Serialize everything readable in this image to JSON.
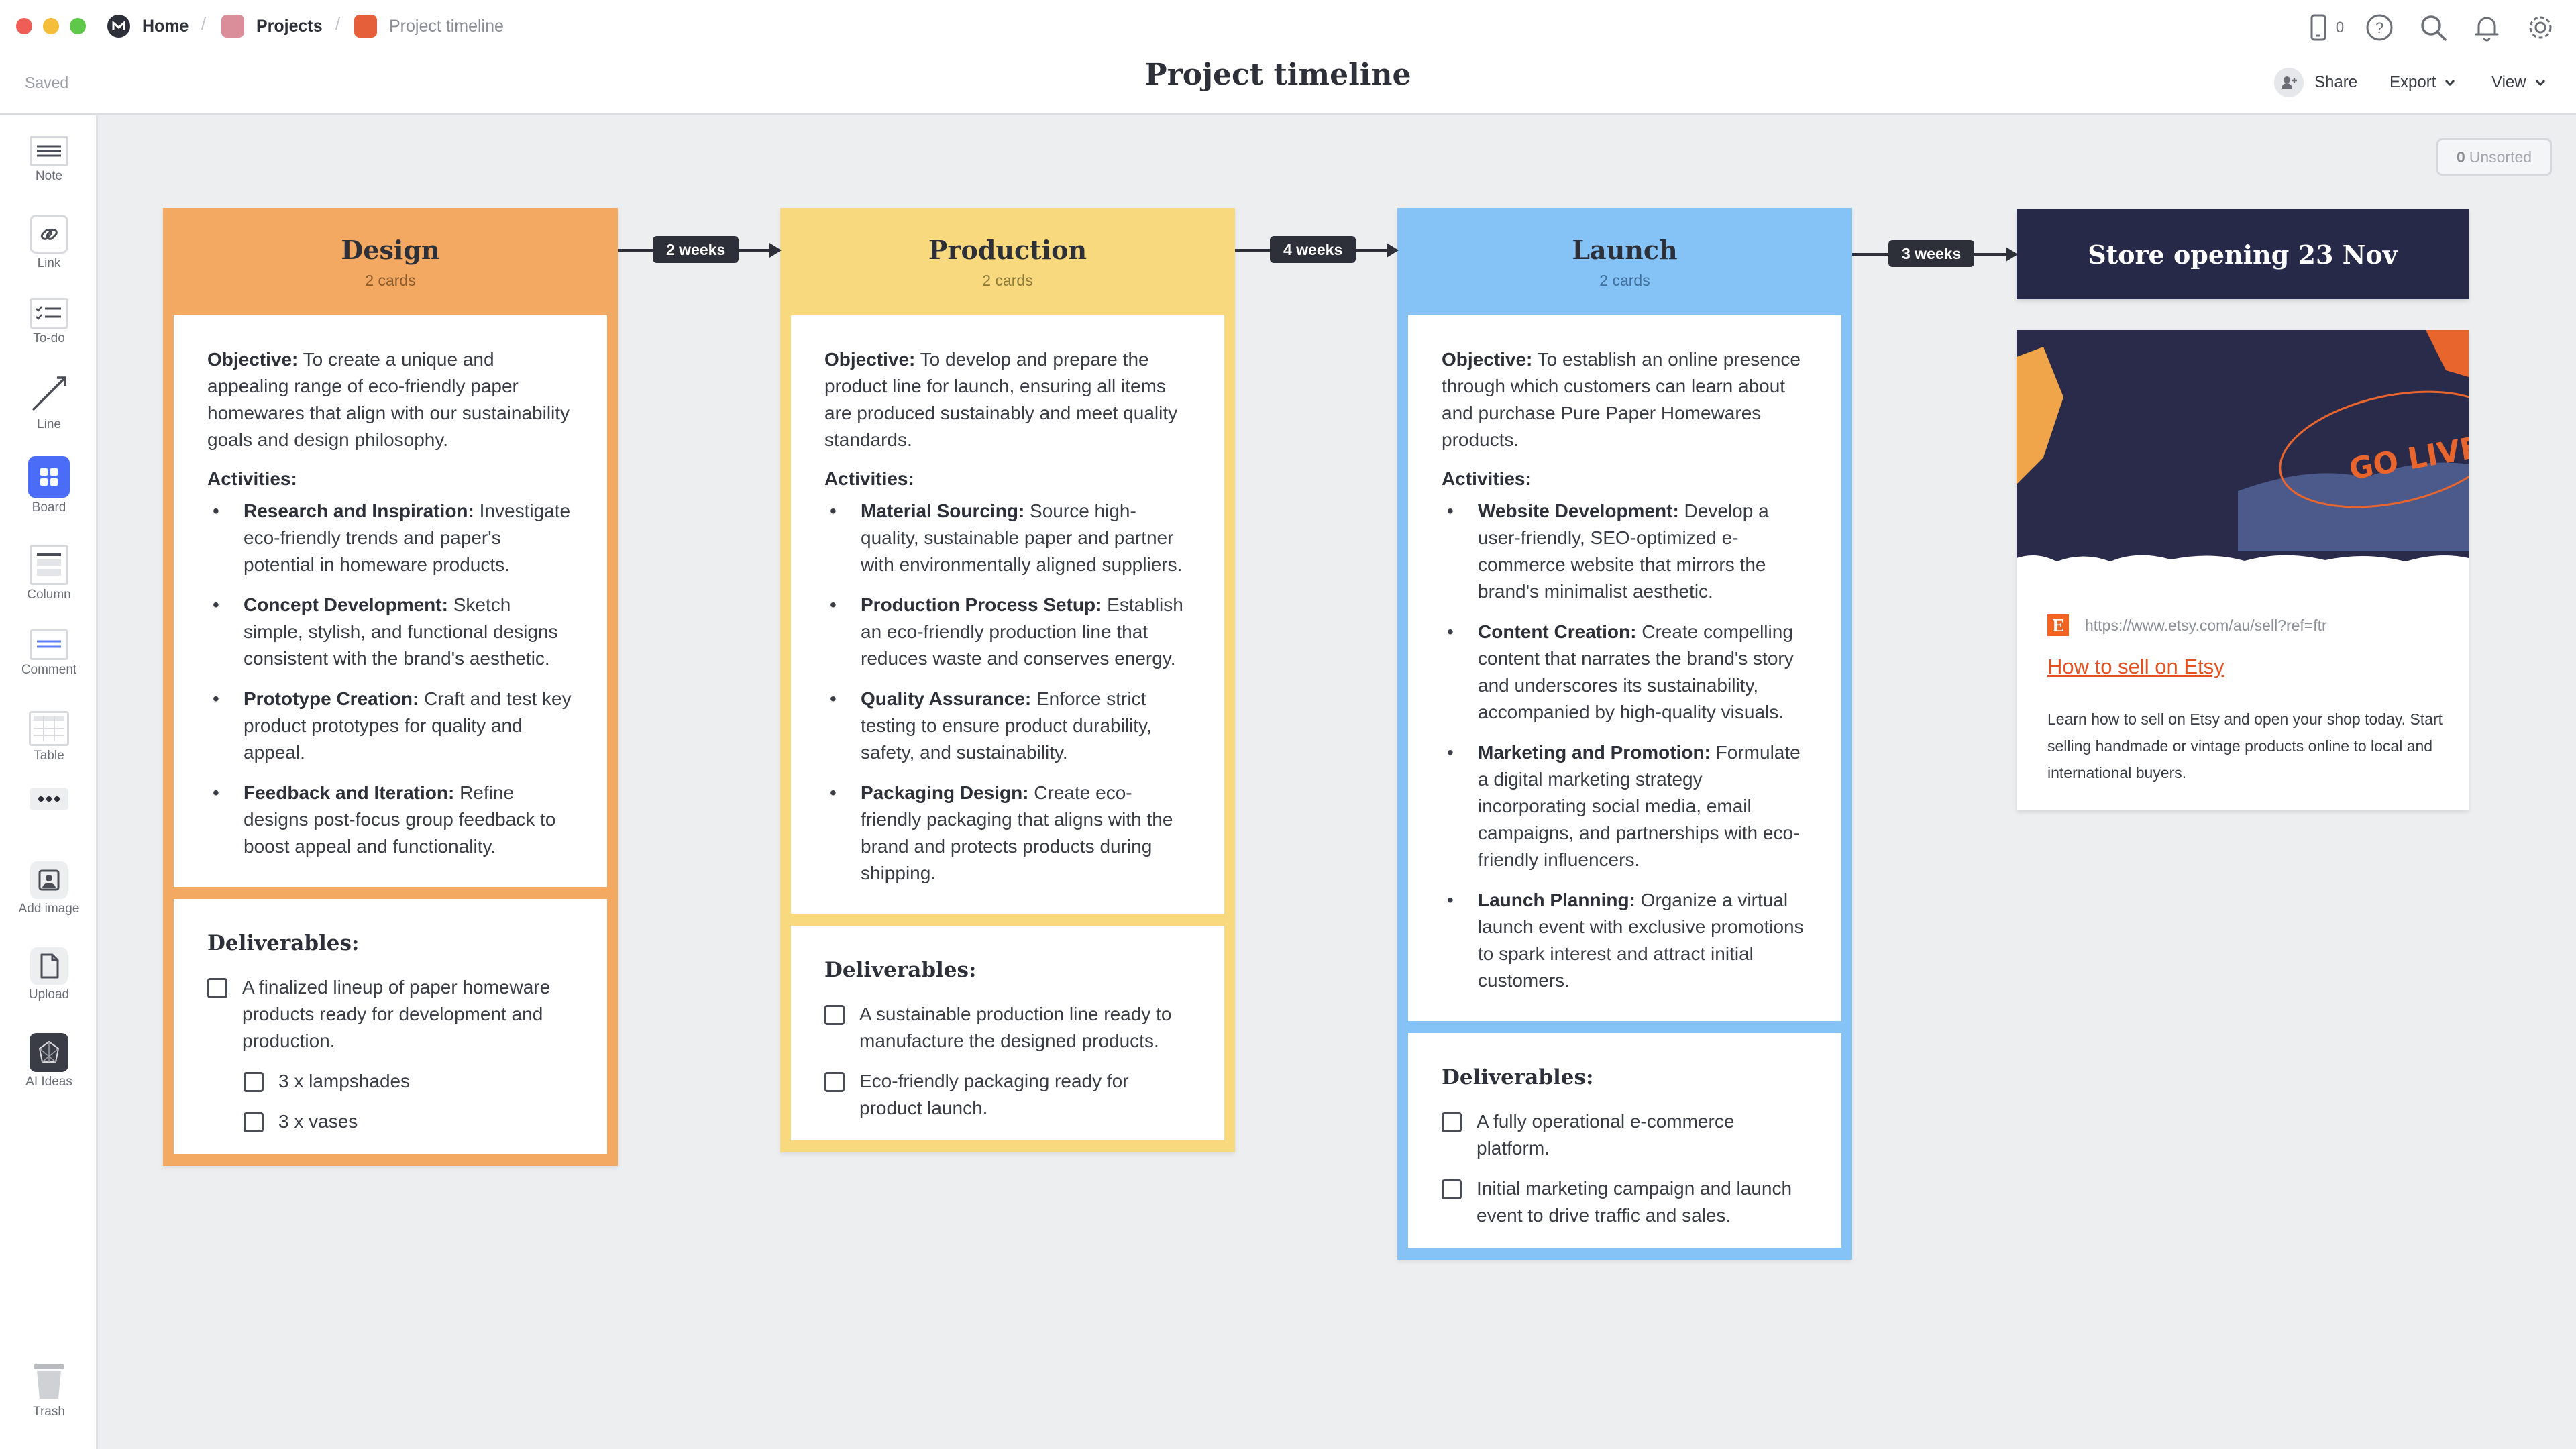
{
  "breadcrumb": {
    "items": [
      {
        "label": "Home",
        "icon": "milanote-logo-icon"
      },
      {
        "label": "Projects",
        "icon": "projects-board-icon",
        "color": "#d98e9a"
      },
      {
        "label": "Project timeline",
        "icon": "timeline-board-icon",
        "color": "#e5603a"
      }
    ]
  },
  "header": {
    "saved_status": "Saved",
    "title": "Project timeline",
    "phone_count": "0",
    "share_label": "Share",
    "export_label": "Export",
    "view_label": "View"
  },
  "sidebar": {
    "tools": [
      {
        "label": "Note",
        "icon": "note-icon"
      },
      {
        "label": "Link",
        "icon": "link-icon"
      },
      {
        "label": "To-do",
        "icon": "todo-icon"
      },
      {
        "label": "Line",
        "icon": "line-icon"
      },
      {
        "label": "Board",
        "icon": "board-icon"
      },
      {
        "label": "Column",
        "icon": "column-icon"
      },
      {
        "label": "Comment",
        "icon": "comment-icon"
      },
      {
        "label": "Table",
        "icon": "table-icon"
      },
      {
        "label": "",
        "icon": "more-icon"
      },
      {
        "label": "Add image",
        "icon": "add-image-icon"
      },
      {
        "label": "Upload",
        "icon": "upload-icon"
      },
      {
        "label": "AI Ideas",
        "icon": "ai-ideas-icon"
      }
    ],
    "trash_label": "Trash"
  },
  "unsorted": {
    "count": "0",
    "label": "Unsorted"
  },
  "columns": [
    {
      "title": "Design",
      "count": "2 cards",
      "color": "#f4a963",
      "objective_label": "Objective:",
      "objective": " To create a unique and appealing range of eco-friendly paper homewares that align with our sustainability goals and design philosophy.",
      "activities_label": "Activities:",
      "activities": [
        {
          "title": "Research and Inspiration:",
          "text": " Investigate eco-friendly trends and paper's potential in homeware products."
        },
        {
          "title": "Concept Development:",
          "text": " Sketch simple, stylish, and functional designs consistent with the brand's aesthetic."
        },
        {
          "title": "Prototype Creation:",
          "text": " Craft and test key product prototypes for quality and appeal."
        },
        {
          "title": "Feedback and Iteration:",
          "text": " Refine designs post-focus group feedback to boost appeal and functionality."
        }
      ],
      "deliverables_label": "Deliverables:",
      "deliverables": [
        "A finalized lineup of paper homeware products ready for development and production.",
        "3 x lampshades",
        "3 x vases"
      ]
    },
    {
      "title": "Production",
      "count": "2 cards",
      "color": "#f8d97e",
      "objective_label": "Objective:",
      "objective": " To develop and prepare the product line for launch, ensuring all items are produced sustainably and meet quality standards.",
      "activities_label": "Activities:",
      "activities": [
        {
          "title": "Material Sourcing:",
          "text": " Source high-quality, sustainable paper and partner with environmentally aligned suppliers."
        },
        {
          "title": "Production Process Setup:",
          "text": " Establish an eco-friendly production line that reduces waste and conserves energy."
        },
        {
          "title": "Quality Assurance:",
          "text": " Enforce strict testing to ensure product durability, safety, and sustainability."
        },
        {
          "title": "Packaging Design:",
          "text": " Create eco-friendly packaging that aligns with the brand and protects products during shipping."
        }
      ],
      "deliverables_label": "Deliverables:",
      "deliverables": [
        "A sustainable production line ready to manufacture the designed products.",
        "Eco-friendly packaging ready for product launch."
      ]
    },
    {
      "title": "Launch",
      "count": "2 cards",
      "color": "#85c3f7",
      "objective_label": "Objective:",
      "objective": " To establish an online presence through which customers can learn about and purchase Pure Paper Homewares products.",
      "activities_label": "Activities:",
      "activities": [
        {
          "title": "Website Development:",
          "text": " Develop a user-friendly, SEO-optimized e-commerce website that mirrors the brand's minimalist aesthetic."
        },
        {
          "title": "Content Creation:",
          "text": " Create compelling content that narrates the brand's story and underscores its sustainability, accompanied by high-quality visuals."
        },
        {
          "title": "Marketing and Promotion:",
          "text": " Formulate a digital marketing strategy incorporating social media, email campaigns, and partnerships with eco-friendly influencers."
        },
        {
          "title": "Launch Planning:",
          "text": " Organize a virtual launch event with exclusive promotions to spark interest and attract initial customers."
        }
      ],
      "deliverables_label": "Deliverables:",
      "deliverables": [
        "A fully operational e-commerce platform.",
        "Initial marketing campaign and launch event to drive traffic and sales."
      ]
    }
  ],
  "connectors": [
    "2 weeks",
    "4 weeks",
    "3 weeks"
  ],
  "store_card": {
    "title": "Store opening 23 Nov"
  },
  "link_card": {
    "preview_text": "GO LIVE!",
    "url": "https://www.etsy.com/au/sell?ref=ftr",
    "favicon_letter": "E",
    "title": "How to sell on Etsy",
    "description": "Learn how to sell on Etsy and open your shop today. Start selling handmade or vintage products online to local and international buyers."
  }
}
